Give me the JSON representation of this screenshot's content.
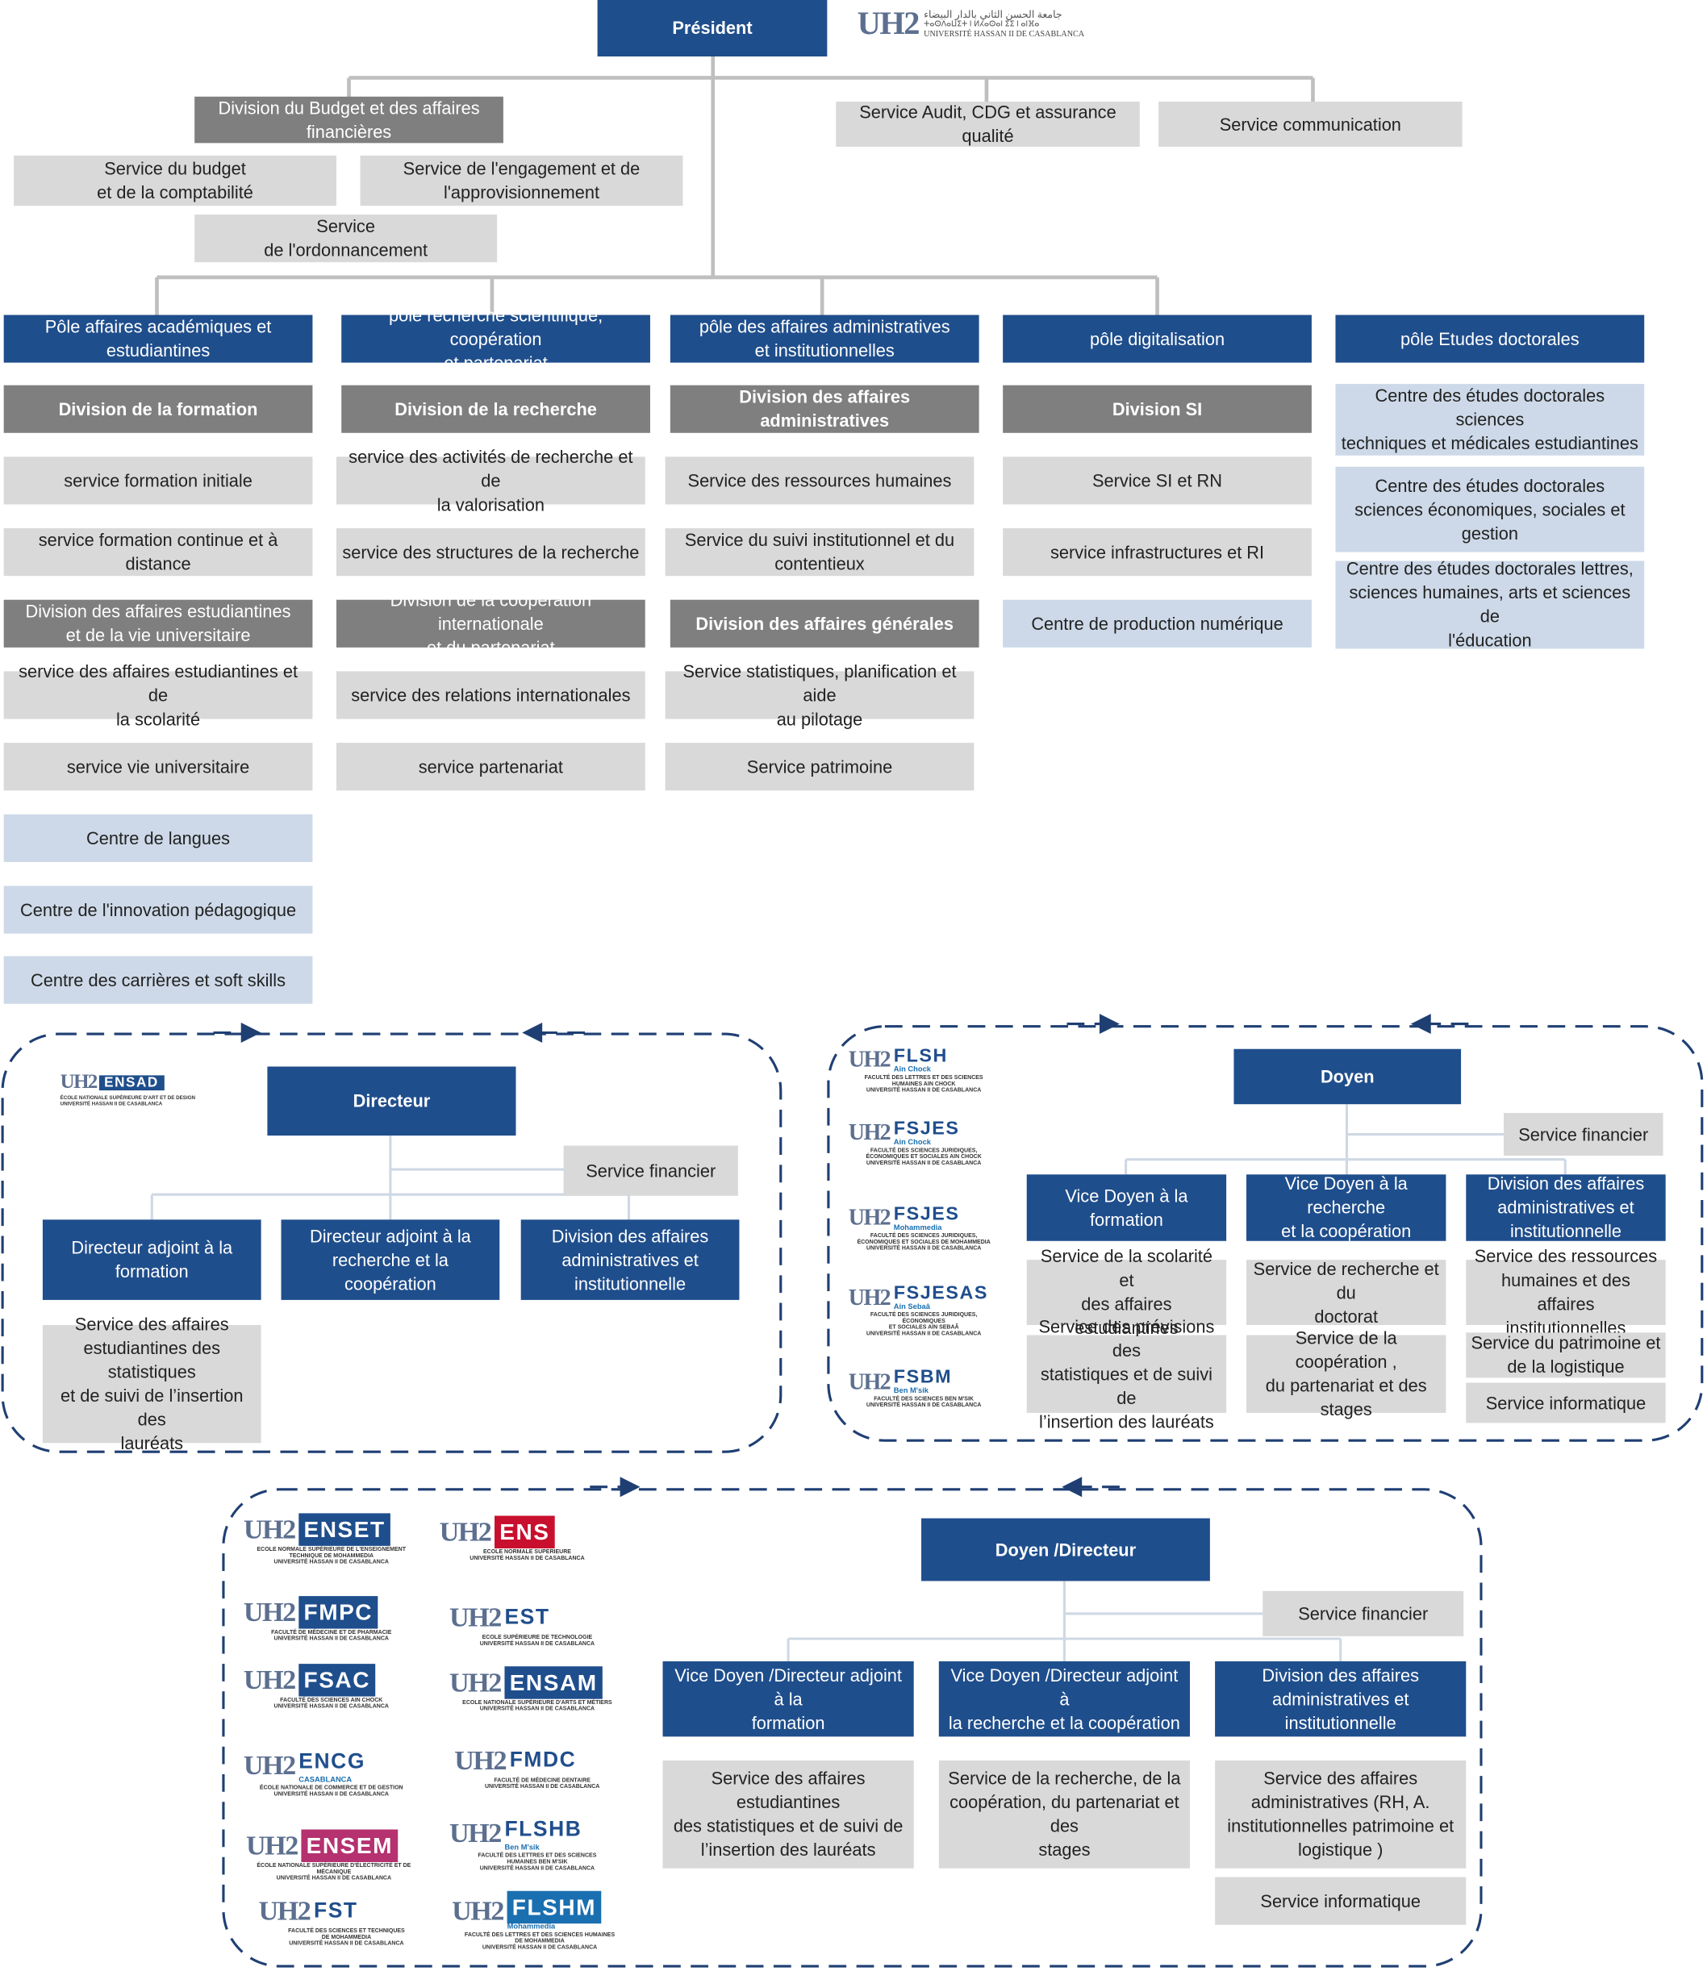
{
  "top": {
    "president": "Président",
    "logo": {
      "arabic": "جامعة الحسن الثاني بالدار البيضاء",
      "tifinagh": "ⵜⴰⵙⴷⴰⵡⵉⵜ ⵏ ⵍⵃⴰⵙⴰⵏ ⵉⵉ ⵏ ⴰⵏⴼⴰ",
      "french": "UNIVERSITÉ HASSAN II DE CASABLANCA"
    },
    "div_budget": "Division du Budget et des affaires\nfinancières",
    "svc_budget": "Service du budget\net de la comptabilité",
    "svc_engagement": "Service de l'engagement et de\nl'approvisionnement",
    "svc_ordonnancement": "Service\nde l'ordonnancement",
    "svc_audit": "Service Audit, CDG et assurance qualité",
    "svc_communication": "Service communication"
  },
  "poles": [
    {
      "title": "Pôle affaires académiques et\nestudiantines",
      "items": [
        {
          "text": "Division de la formation",
          "style": "dark-b"
        },
        {
          "text": "service formation initiale",
          "style": "light"
        },
        {
          "text": "service formation continue et à distance",
          "style": "light"
        },
        {
          "text": "Division des affaires estudiantines\net de la vie universitaire",
          "style": "dark"
        },
        {
          "text": "service des affaires estudiantines et de\nla scolarité",
          "style": "light"
        },
        {
          "text": "service vie universitaire",
          "style": "light"
        },
        {
          "text": "Centre de langues",
          "style": "pale"
        },
        {
          "text": "Centre de l'innovation pédagogique",
          "style": "pale"
        },
        {
          "text": "Centre des carrières et soft skills",
          "style": "pale"
        }
      ]
    },
    {
      "title": "pôle recherche scientifique, coopération\net partenariat",
      "items": [
        {
          "text": "Division de la recherche",
          "style": "dark-b"
        },
        {
          "text": "service des activités de recherche et de\nla valorisation",
          "style": "light"
        },
        {
          "text": "service des structures de la recherche",
          "style": "light"
        },
        {
          "text": "Division de la coopération internationale\net du partenariat",
          "style": "dark"
        },
        {
          "text": "service des relations internationales",
          "style": "light"
        },
        {
          "text": "service partenariat",
          "style": "light"
        }
      ]
    },
    {
      "title": "pôle des affaires administratives\net institutionnelles",
      "items": [
        {
          "text": "Division des affaires administratives",
          "style": "dark-b"
        },
        {
          "text": "Service des ressources humaines",
          "style": "light"
        },
        {
          "text": "Service du suivi institutionnel et du\ncontentieux",
          "style": "light"
        },
        {
          "text": "Division des affaires générales",
          "style": "dark-b"
        },
        {
          "text": "Service statistiques, planification et aide\nau pilotage",
          "style": "light"
        },
        {
          "text": "Service patrimoine",
          "style": "light"
        }
      ]
    },
    {
      "title": "pôle digitalisation",
      "items": [
        {
          "text": "Division SI",
          "style": "dark-b"
        },
        {
          "text": "Service SI et RN",
          "style": "light"
        },
        {
          "text": "service infrastructures et RI",
          "style": "light"
        },
        {
          "text": "Centre de production numérique",
          "style": "pale"
        }
      ]
    },
    {
      "title": "pôle Etudes doctorales",
      "items": [
        {
          "text": "Centre des études doctorales sciences\ntechniques et médicales estudiantines",
          "style": "pale"
        },
        {
          "text": "Centre des études doctorales\nsciences économiques, sociales et\ngestion",
          "style": "pale"
        },
        {
          "text": "Centre des études doctorales  lettres,\nsciences humaines, arts et sciences de\nl'éducation",
          "style": "pale"
        }
      ]
    }
  ],
  "ensad": {
    "logo_tag": "ENSAD",
    "logo_sub": "ÉCOLE NATIONALE SUPÉRIEURE D'ART ET DE DESIGN\nUNIVERSITÉ HASSAN II DE CASABLANCA",
    "directeur": "Directeur",
    "service_financier": "Service financier",
    "adjoint_formation": "Directeur adjoint à la\nformation",
    "adjoint_recherche": "Directeur adjoint à la\nrecherche et la coopération",
    "division": "Division des affaires\nadministratives et\ninstitutionnelle",
    "service": "Service des affaires\nestudiantines des statistiques\net de suivi de l’insertion des\nlauréats"
  },
  "doyen": {
    "logos": [
      {
        "tag": "FLSH",
        "small": "Ain Chock",
        "sub": "FACULTÉ DES LETTRES ET DES SCIENCES\nHUMAINES AIN CHOCK\nUNIVERSITÉ HASSAN II DE CASABLANCA"
      },
      {
        "tag": "FSJES",
        "small": "Ain Chock",
        "sub": "FACULTÉ DES SCIENCES JURIDIQUES,\nÉCONOMIQUES ET SOCIALES AIN CHOCK\nUNIVERSITÉ HASSAN II DE CASABLANCA"
      },
      {
        "tag": "FSJES",
        "small": "Mohammedia",
        "sub": "FACULTÉ DES SCIENCES JURIDIQUES,\nÉCONOMIQUES ET SOCIALES DE MOHAMMEDIA\nUNIVERSITÉ HASSAN II DE CASABLANCA"
      },
      {
        "tag": "FSJESAS",
        "small": "Ain Sebaâ",
        "sub": "FACULTÉ DES SCIENCES JURIDIQUES, ÉCONOMIQUES\nET SOCIALES AIN SEBAÂ\nUNIVERSITÉ HASSAN II DE CASABLANCA"
      },
      {
        "tag": "FSBM",
        "small": "Ben M'sik",
        "sub": "FACULTÉ DES SCIENCES BEN M'SIK\nUNIVERSITÉ HASSAN II DE CASABLANCA"
      }
    ],
    "doyen": "Doyen",
    "service_financier": "Service financier",
    "vd_formation": "Vice Doyen à la formation",
    "vd_recherche": "Vice Doyen à la recherche\net la coopération",
    "division": "Division des affaires\nadministratives et\ninstitutionnelle",
    "col1": [
      "Service de la scolarité et\ndes affaires estudiantines",
      "Service des prévisions des\nstatistiques et de suivi de\nl’insertion des lauréats"
    ],
    "col2": [
      "Service de recherche et du\ndoctorat",
      "Service de la coopération ,\ndu partenariat et des\nstages"
    ],
    "col3": [
      "Service des ressources\nhumaines et des affaires\ninstitutionnelles",
      "Service du patrimoine et\nde la logistique",
      "Service informatique"
    ]
  },
  "etab": {
    "logos": [
      {
        "tag": "ENSET",
        "color": "#1f4e8c",
        "sub": "ECOLE NORMALE SUPÉRIEURE DE L'ENSEIGNEMENT\nTECHNIQUE DE MOHAMMEDIA\nUNIVERSITÉ HASSAN II DE CASABLANCA"
      },
      {
        "tag": "ENS",
        "color": "#c8102e",
        "sub": "ECOLE NORMALE SUPERIEURE\nUNIVERSITÉ HASSAN II DE CASABLANCA"
      },
      {
        "tag": "FMPC",
        "color": "#1f4e8c",
        "sub": "FACULTÉ DE MÉDECINE ET DE PHARMACIE\nUNIVERSITÉ HASSAN II DE CASABLANCA"
      },
      {
        "tag": "EST",
        "color": "#ffffff",
        "sub": "ECOLE SUPÉRIEURE DE TECHNOLOGIE\nUNIVERSITÉ HASSAN II DE CASABLANCA"
      },
      {
        "tag": "FSAC",
        "color": "#1f4e8c",
        "sub": "FACULTÉ DES SCIENCES AIN CHOCK\nUNIVERSITÉ HASSAN II DE CASABLANCA"
      },
      {
        "tag": "ENSAM",
        "color": "#1f4e8c",
        "sub": "ECOLE NATIONALE SUPÉRIEURE D'ARTS ET MÉTIERS\nUNIVERSITÉ HASSAN II DE CASABLANCA"
      },
      {
        "tag": "ENCG",
        "small": "CASABLANCA",
        "color": "#ffffff",
        "sub": "ÉCOLE NATIONALE DE COMMERCE ET DE GESTION\nUNIVERSITÉ HASSAN II DE CASABLANCA"
      },
      {
        "tag": "FMDC",
        "color": "#ffffff",
        "sub": "FACULTÉ DE MÉDECINE DENTAIRE\nUNIVERSITÉ HASSAN II DE CASABLANCA"
      },
      {
        "tag": "ENSEM",
        "color": "#b5316f",
        "sub": "ÉCOLE NATIONALE SUPÉRIEURE D'ÉLECTRICITÉ ET DE\nMÉCANIQUE\nUNIVERSITÉ HASSAN II DE CASABLANCA"
      },
      {
        "tag": "FLSHB",
        "small": "Ben M'sik",
        "color": "#ffffff",
        "sub": "FACULTÉ DES LETTRES ET DES SCIENCES\nHUMAINES BEN M'SIK\nUNIVERSITÉ HASSAN II DE CASABLANCA"
      },
      {
        "tag": "FST",
        "color": "#ffffff",
        "sub": "FACULTÉ DES SCIENCES ET TECHNIQUES\nDE MOHAMMEDIA\nUNIVERSITÉ HASSAN II DE CASABLANCA"
      },
      {
        "tag": "FLSHM",
        "small": "Mohammedia",
        "color": "#1a6fb0",
        "sub": "FACULTÉ DES LETTRES ET DES SCIENCES HUMAINES\nDE MOHAMMEDIA\nUNIVERSITÉ HASSAN II DE CASABLANCA"
      }
    ],
    "doyen_directeur": "Doyen /Directeur",
    "service_financier": "Service financier",
    "vd_formation": "Vice Doyen /Directeur adjoint à la\nformation",
    "vd_recherche": "Vice Doyen /Directeur adjoint  à\nla recherche et la coopération",
    "division": "Division des affaires\nadministratives et institutionnelle",
    "svc1": "Service des affaires estudiantines\ndes statistiques et de suivi de\nl’insertion des lauréats",
    "svc2": "Service de la recherche, de la\ncoopération, du partenariat et des\nstages",
    "svc3": "Service des affaires\nadministratives (RH, A.\ninstitutionnelles patrimoine et\nlogistique )",
    "svc4": "Service informatique"
  }
}
